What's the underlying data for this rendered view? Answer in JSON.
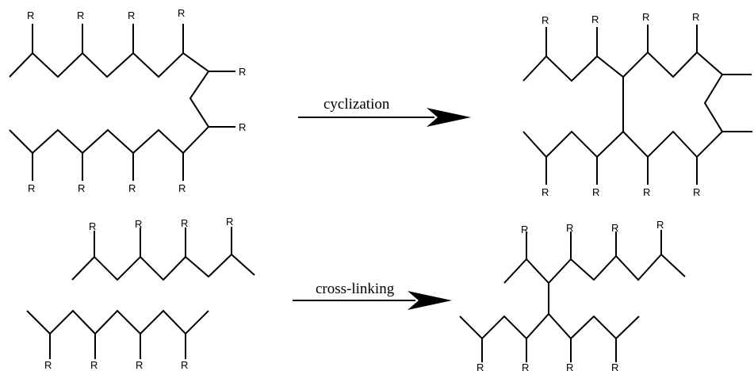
{
  "substituent_label": "R",
  "reactions": [
    {
      "label": "cyclization"
    },
    {
      "label": "cross-linking"
    }
  ]
}
